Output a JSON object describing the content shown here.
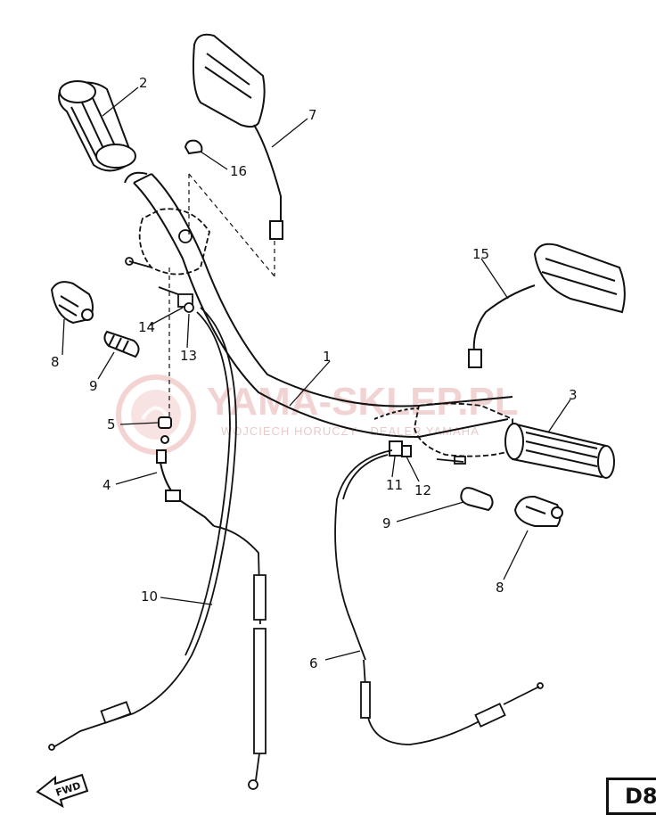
{
  "watermark": {
    "brand": "YAMA-SKLEP.PL",
    "subtitle": "WOJCIECH HORUCZY - DEALER YAMAHA"
  },
  "callouts": [
    {
      "id": "1",
      "label": "1"
    },
    {
      "id": "2",
      "label": "2"
    },
    {
      "id": "3",
      "label": "3"
    },
    {
      "id": "4",
      "label": "4"
    },
    {
      "id": "5",
      "label": "5"
    },
    {
      "id": "6",
      "label": "6"
    },
    {
      "id": "7",
      "label": "7"
    },
    {
      "id": "8a",
      "label": "8"
    },
    {
      "id": "8b",
      "label": "8"
    },
    {
      "id": "9a",
      "label": "9"
    },
    {
      "id": "9b",
      "label": "9"
    },
    {
      "id": "10",
      "label": "10"
    },
    {
      "id": "11",
      "label": "11"
    },
    {
      "id": "12",
      "label": "12"
    },
    {
      "id": "13",
      "label": "13"
    },
    {
      "id": "14",
      "label": "14"
    },
    {
      "id": "15",
      "label": "15"
    },
    {
      "id": "16",
      "label": "16"
    }
  ],
  "direction_arrow": {
    "label": "FWD"
  },
  "page_code": "D8"
}
